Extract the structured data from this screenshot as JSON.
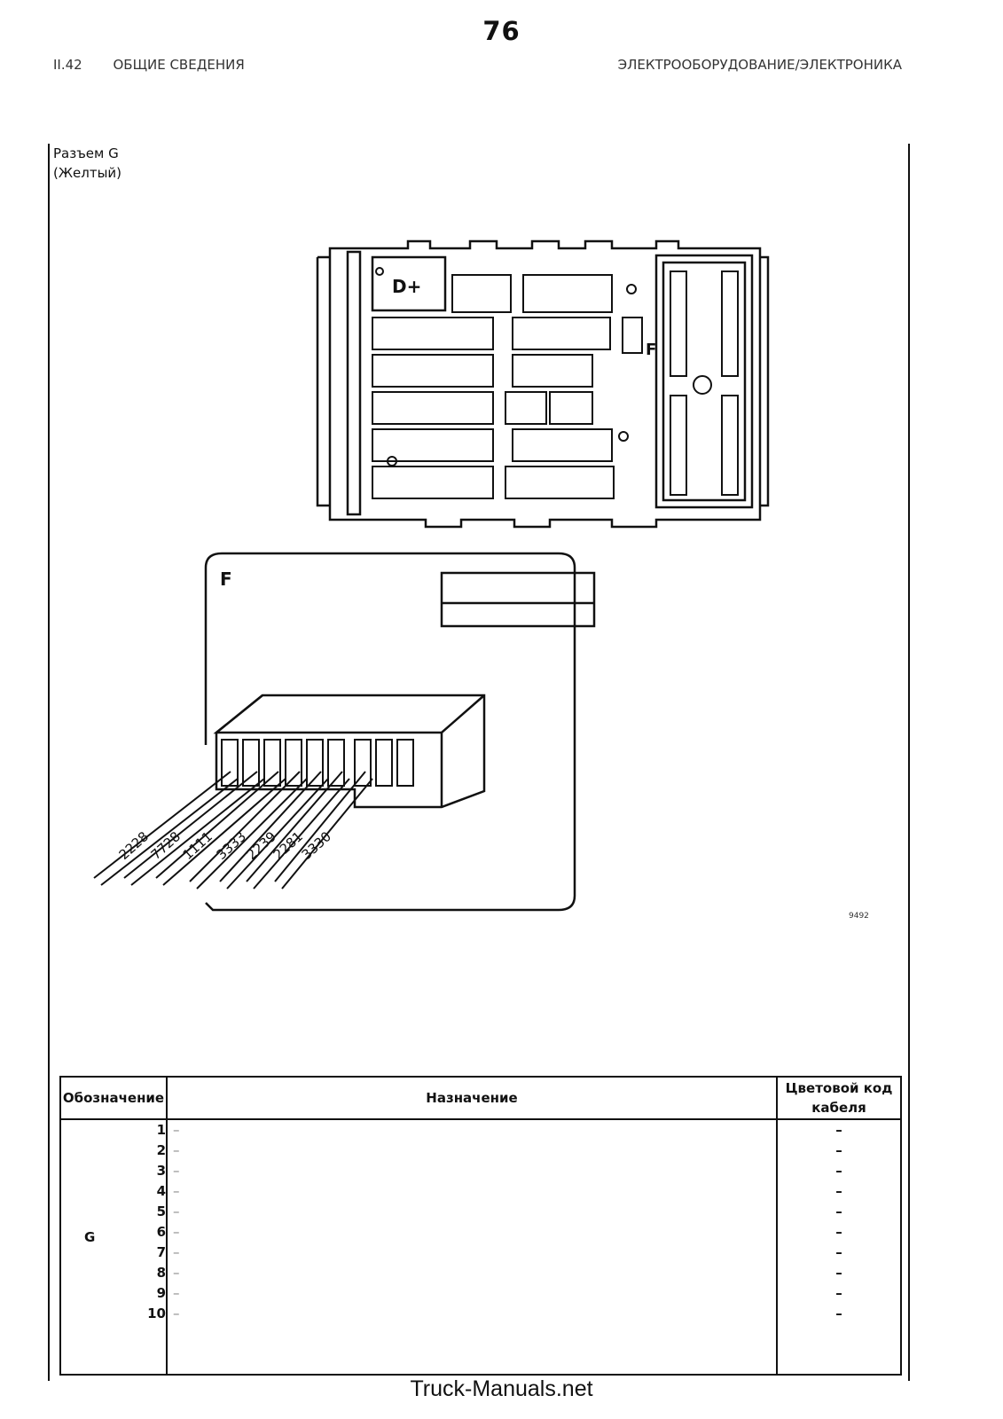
{
  "header": {
    "page_number": "76",
    "section_code": "II.42",
    "section_title": "ОБЩИЕ СВЕДЕНИЯ",
    "chapter_title": "ЭЛЕКТРООБОРУДОВАНИЕ/ЭЛЕКТРОНИКА"
  },
  "connector": {
    "name": "Разъем G",
    "color_note": "(Желтый)"
  },
  "diagram": {
    "terminal_label": "D+",
    "detail_marker": "F",
    "detail_title": "F",
    "wire_codes": [
      "2228",
      "7728",
      "1111",
      "3333",
      "2239",
      "2281",
      "3330"
    ],
    "figure_number": "9492"
  },
  "table": {
    "headers": {
      "designation": "Обозначение",
      "purpose": "Назначение",
      "color_code": "Цветовой код кабеля"
    },
    "group": "G",
    "rows": [
      {
        "pin": "1",
        "purpose": "–",
        "color": "–"
      },
      {
        "pin": "2",
        "purpose": "–",
        "color": "–"
      },
      {
        "pin": "3",
        "purpose": "–",
        "color": "–"
      },
      {
        "pin": "4",
        "purpose": "–",
        "color": "–"
      },
      {
        "pin": "5",
        "purpose": "–",
        "color": "–"
      },
      {
        "pin": "6",
        "purpose": "–",
        "color": "–"
      },
      {
        "pin": "7",
        "purpose": "–",
        "color": "–"
      },
      {
        "pin": "8",
        "purpose": "–",
        "color": "–"
      },
      {
        "pin": "9",
        "purpose": "–",
        "color": "–"
      },
      {
        "pin": "10",
        "purpose": "–",
        "color": "–"
      }
    ]
  },
  "footer": {
    "watermark": "Truck-Manuals.net"
  }
}
